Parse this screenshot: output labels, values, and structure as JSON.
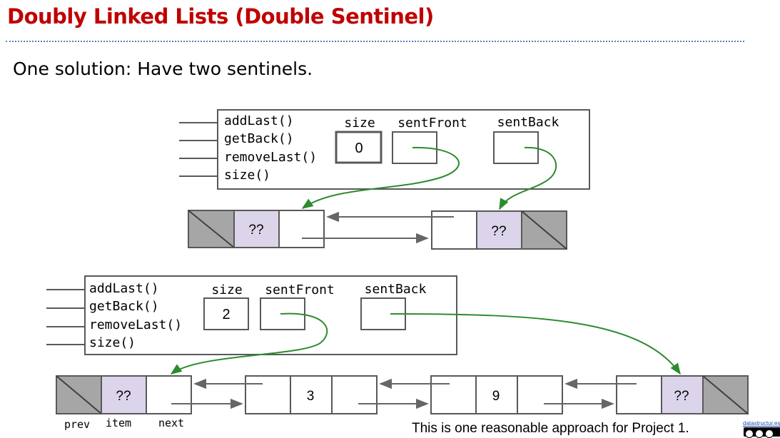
{
  "title": "Doubly Linked Lists (Double Sentinel)",
  "subtitle": "One solution: Have two sentinels.",
  "top_list": {
    "methods": [
      "addLast()",
      "getBack()",
      "removeLast()",
      "size()"
    ],
    "fields": {
      "size_label": "size",
      "size_value": "0",
      "front_label": "sentFront",
      "back_label": "sentBack"
    },
    "front_sentinel_item": "??",
    "back_sentinel_item": "??"
  },
  "bottom_list": {
    "methods": [
      "addLast()",
      "getBack()",
      "removeLast()",
      "size()"
    ],
    "fields": {
      "size_label": "size",
      "size_value": "2",
      "front_label": "sentFront",
      "back_label": "sentBack"
    },
    "nodes": [
      "??",
      "3",
      "9",
      "??"
    ],
    "node_part_labels": [
      "prev",
      "item",
      "next"
    ]
  },
  "footer_note": "This is one reasonable approach for Project 1.",
  "license_site": "datastructur.es",
  "colors": {
    "title": "#c00000",
    "divider": "#4f81bd",
    "pointer_arrow": "#2e8b2e",
    "link_arrow": "#666666",
    "sentinel_item_fill": "#dcd4ea",
    "null_cell_fill": "#a6a6a6"
  },
  "icons": [
    "cc-license-icon"
  ]
}
